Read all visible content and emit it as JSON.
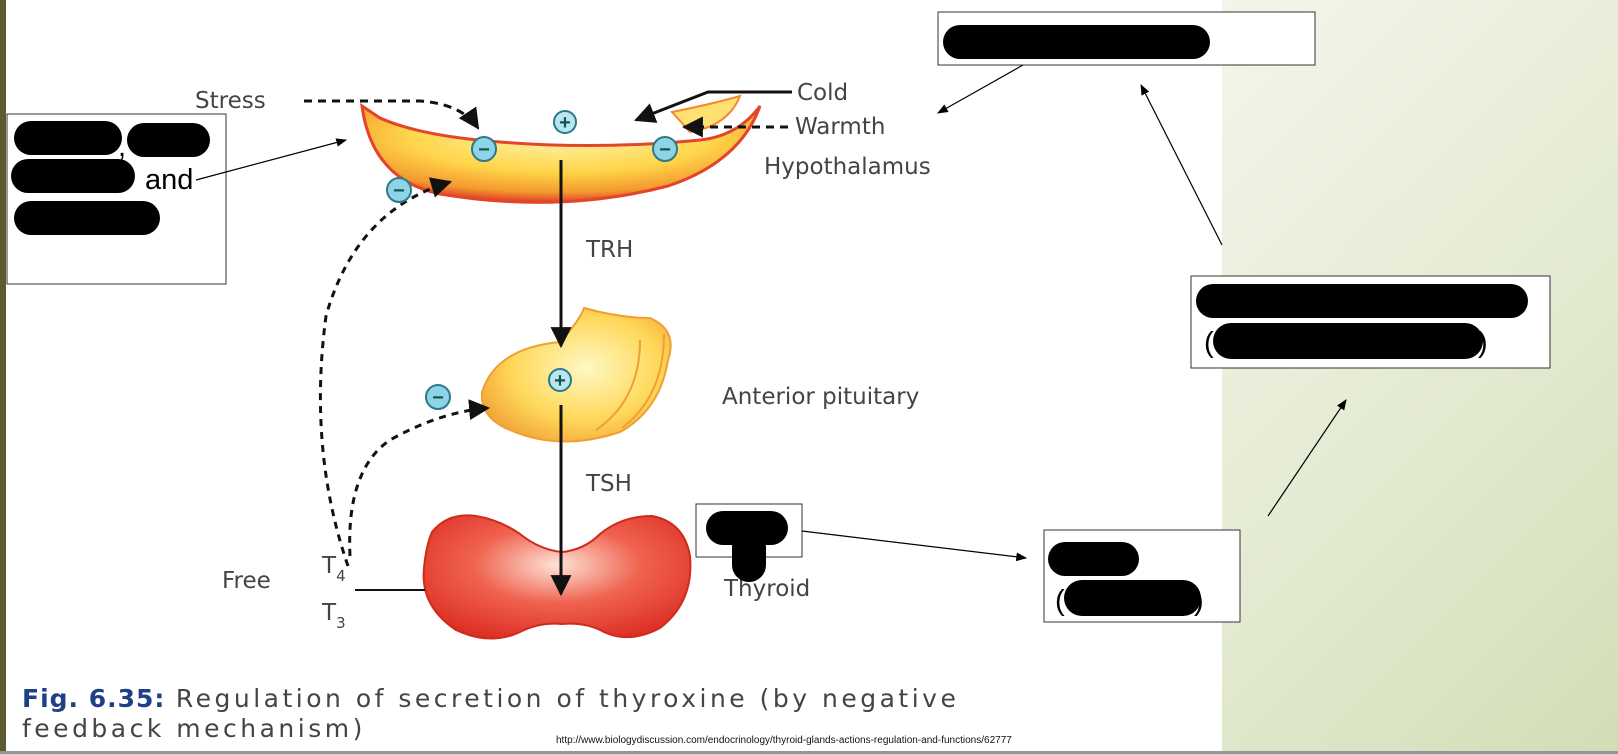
{
  "diagram": {
    "stimulus_stress": "Stress",
    "stimulus_cold": "Cold",
    "stimulus_warmth": "Warmth",
    "organ_hypothalamus": "Hypothalamus",
    "organ_pituitary": "Anterior pituitary",
    "organ_thyroid": "Thyroid",
    "hormone_trh": "TRH",
    "hormone_tsh": "TSH",
    "free_label": "Free",
    "t4_base": "T",
    "t4_sub": "4",
    "t3_base": "T",
    "t3_sub": "3",
    "plus_symbol": "+",
    "minus_symbol": "−"
  },
  "caption": {
    "fig_number": "Fig. 6.35:",
    "line1": "Regulation of secretion of thyroxine (by negative",
    "line2": "feedback mechanism)"
  },
  "source_url": "http://www.biologydiscussion.com/endocrinology/thyroid-glands-actions-regulation-and-functions/62777",
  "annotations": {
    "left_box_connector_comma": ",",
    "left_box_connector_and": "and",
    "paren_open": "(",
    "paren_close": ")"
  },
  "colors": {
    "redaction": "#000000",
    "caption_fig": "#1f3f86",
    "plus_circle": "#b9e6ee",
    "minus_circle": "#8fd3e6",
    "thyroid_red": "#e8332a"
  }
}
